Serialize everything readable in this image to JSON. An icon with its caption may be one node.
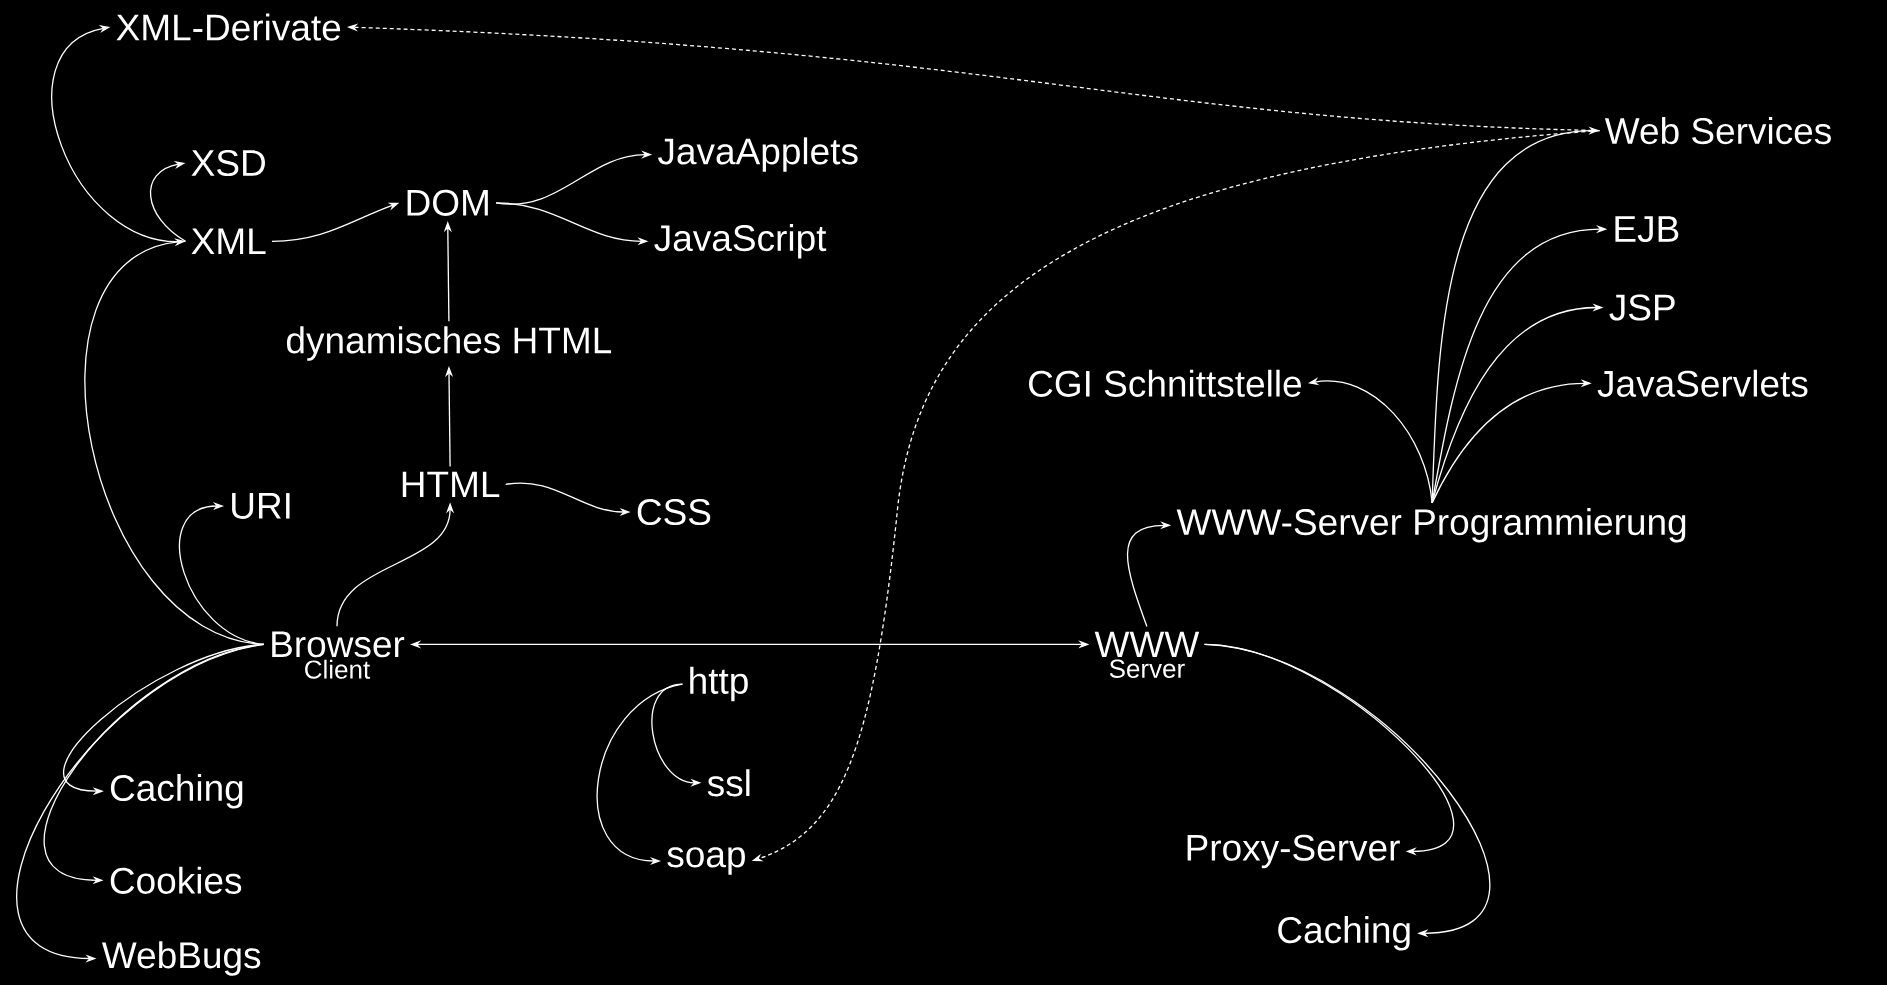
{
  "diagram": {
    "nodes": [
      {
        "text": [
          "XML-Derivate"
        ]
      },
      {
        "text": [
          "XSD"
        ]
      },
      {
        "text": [
          "XML"
        ]
      },
      {
        "text": [
          "DOM"
        ]
      },
      {
        "text": [
          "JavaApplets"
        ]
      },
      {
        "text": [
          "JavaScript"
        ]
      },
      {
        "text": [
          "dynamisches HTML"
        ]
      },
      {
        "text": [
          "URI"
        ]
      },
      {
        "text": [
          "HTML"
        ]
      },
      {
        "text": [
          "CSS"
        ]
      },
      {
        "text": [
          "Browser"
        ],
        "beside": [
          "Client"
        ]
      },
      {
        "text": [
          "http"
        ]
      },
      {
        "text": [
          "ssl"
        ]
      },
      {
        "text": [
          "soap"
        ]
      },
      {
        "text": [
          "Caching"
        ]
      },
      {
        "text": [
          "Cookies"
        ]
      },
      {
        "text": [
          "WebBugs"
        ]
      },
      {
        "text": [
          "WWW"
        ],
        "beside": [
          "Server"
        ]
      },
      {
        "text": [
          "WWW-Server Programmierung"
        ]
      },
      {
        "text": [
          "CGI Schnittstelle"
        ]
      },
      {
        "text": [
          "Web Services"
        ]
      },
      {
        "text": [
          "EJB"
        ]
      },
      {
        "text": [
          "JSP"
        ]
      },
      {
        "text": [
          "JavaServlets"
        ]
      },
      {
        "text": [
          "Proxy-Server"
        ]
      },
      {
        "text": [
          "Caching"
        ]
      }
    ],
    "edges": [
      {
        "from": 2,
        "to": 0,
        "arrow": "to"
      },
      {
        "from": 2,
        "to": 1,
        "arrow": "to"
      },
      {
        "from": 2,
        "to": 3,
        "arrow": "to"
      },
      {
        "from": 3,
        "to": 4,
        "arrow": "to"
      },
      {
        "from": 3,
        "to": 5,
        "arrow": "to"
      },
      {
        "from": 6,
        "to": 3,
        "arrow": "to"
      },
      {
        "from": 8,
        "to": 6,
        "arrow": "to"
      },
      {
        "from": 8,
        "to": 9,
        "arrow": "to"
      },
      {
        "from": 10,
        "to": 8,
        "arrow": "to"
      },
      {
        "from": 10,
        "to": 7,
        "arrow": "to"
      },
      {
        "from": 10,
        "to": 2,
        "arrow": "to"
      },
      {
        "from": 10,
        "to": 17,
        "arrow": "both"
      },
      {
        "from": 11,
        "to": 12,
        "arrow": "to"
      },
      {
        "from": 11,
        "to": 13,
        "arrow": "to"
      },
      {
        "from": 10,
        "to": 14,
        "arrow": "to"
      },
      {
        "from": 10,
        "to": 15,
        "arrow": "to"
      },
      {
        "from": 10,
        "to": 16,
        "arrow": "to"
      },
      {
        "from": 17,
        "to": 18,
        "arrow": "to"
      },
      {
        "from": 17,
        "to": 24,
        "arrow": "to"
      },
      {
        "from": 17,
        "to": 25,
        "arrow": "to"
      },
      {
        "from": 18,
        "to": 19,
        "arrow": "to"
      },
      {
        "from": 18,
        "to": 20,
        "arrow": "to"
      },
      {
        "from": 18,
        "to": 21,
        "arrow": "to"
      },
      {
        "from": 18,
        "to": 22,
        "arrow": "to"
      },
      {
        "from": 18,
        "to": 23,
        "arrow": "to"
      },
      {
        "from": 20,
        "to": 0,
        "arrow": "to",
        "style": "dashed"
      },
      {
        "from": 20,
        "to": 13,
        "arrow": "to",
        "style": "dashed"
      }
    ]
  }
}
